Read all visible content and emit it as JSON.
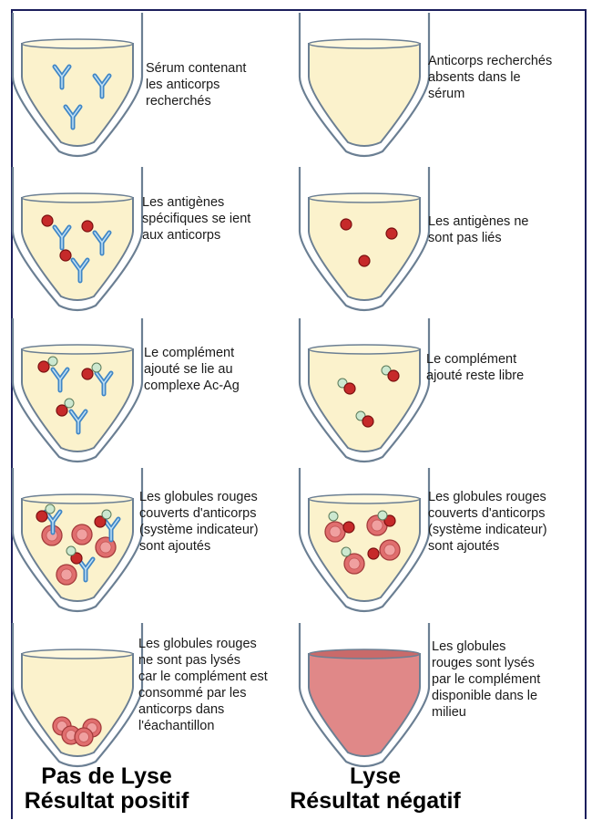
{
  "colors": {
    "frame": "#1b1e5c",
    "tube_outline": "#6b7f93",
    "tube_fill": "#fbf2cc",
    "antibody": "#3f86c6",
    "antigen": "#c62a2a",
    "complement": "#cce8d0",
    "red_cell": "#e06e6e",
    "lysed_fill": "#e08888"
  },
  "steps": [
    {
      "positive": {
        "caption": "Sérum contenant\nles anticorps\nrecherchés",
        "contents": [
          "antibody",
          "antibody",
          "antibody"
        ]
      },
      "negative": {
        "caption": "Anticorps recherchés\nabsents dans le\nsérum",
        "contents": []
      }
    },
    {
      "positive": {
        "caption": "Les antigènes\nspécifiques se ient\naux anticorps",
        "contents": [
          "antibody-antigen",
          "antibody-antigen",
          "antibody-antigen"
        ]
      },
      "negative": {
        "caption": "Les antigènes ne\nsont pas liés",
        "contents": [
          "antigen",
          "antigen",
          "antigen"
        ]
      }
    },
    {
      "positive": {
        "caption": "Le complément\najouté se lie au\ncomplexe Ac-Ag",
        "contents": [
          "antibody-antigen-complement",
          "antibody-antigen-complement",
          "antibody-antigen-complement"
        ]
      },
      "negative": {
        "caption": "Le complément\najouté reste libre",
        "contents": [
          "antigen",
          "antigen",
          "antigen",
          "complement",
          "complement",
          "complement"
        ]
      }
    },
    {
      "positive": {
        "caption": "Les globules rouges\ncouverts d'anticorps\n(système indicateur)\nsont ajoutés",
        "contents": [
          "antibody-antigen-complement",
          "antibody-antigen-complement",
          "antibody-antigen-complement",
          "red-cell",
          "red-cell",
          "red-cell",
          "red-cell"
        ]
      },
      "negative": {
        "caption": "Les globules rouges\ncouverts d'anticorps\n(système indicateur)\nsont ajoutés",
        "contents": [
          "antigen",
          "antigen",
          "antigen",
          "complement",
          "complement",
          "complement",
          "red-cell",
          "red-cell",
          "red-cell",
          "red-cell"
        ]
      }
    },
    {
      "positive": {
        "caption": "Les globules rouges\nne sont pas lysés\ncar le complément est\nconsommé par les\nanticorps dans\nl'éachantillon",
        "contents": [
          "red-cell-sediment"
        ]
      },
      "negative": {
        "caption": "Les globules\nrouges sont lysés\npar le complément\ndisponible dans le\nmilieu",
        "contents": [
          "lysed"
        ]
      }
    }
  ],
  "results": {
    "positive": "Pas de Lyse\nRésultat positif",
    "negative": "Lyse\nRésultat négatif"
  }
}
